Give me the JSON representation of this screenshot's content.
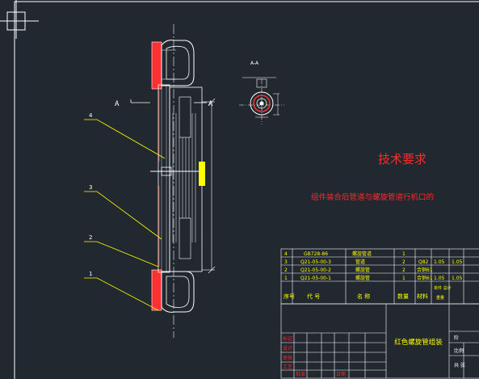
{
  "drawing": {
    "section_label_left": "A",
    "section_label_right": "A",
    "section_view_label": "A-A",
    "callouts": [
      "4",
      "3",
      "2",
      "1"
    ],
    "tech_title": "技术要求",
    "tech_text": "组件装合后管道与螺旋管道行机口的"
  },
  "bom": {
    "rows": [
      {
        "no": "4",
        "code": "GB728-86",
        "name": "螺旋管道",
        "qty": "1",
        "material": "",
        "w1": "",
        "w2": ""
      },
      {
        "no": "3",
        "code": "Q21-05-00-3",
        "name": "管道",
        "qty": "2",
        "material": "Q82",
        "w1": "1.05",
        "w2": "1.05"
      },
      {
        "no": "2",
        "code": "Q21-05-00-2",
        "name": "螺旋管",
        "qty": "2",
        "material": "合铜61",
        "w1": "",
        "w2": ""
      },
      {
        "no": "1",
        "code": "Q21-05-00-1",
        "name": "螺旋管",
        "qty": "1",
        "material": "合铜61",
        "w1": "1.05",
        "w2": "1.05"
      }
    ],
    "header": {
      "no": "序号",
      "code": "代  号",
      "name": "名  称",
      "qty": "数量",
      "material": "材料",
      "weight": "单件 总计",
      "weight2": "重量"
    }
  },
  "title_block": {
    "drawing_title": "红色螺旋管组装",
    "left_labels": [
      "标记",
      "设计",
      "审核",
      "工艺"
    ],
    "bottom_left": "批准",
    "bottom_mid": "日期",
    "right_labels": [
      "阶",
      "比例",
      "共 张"
    ]
  },
  "colors": {
    "background": "#212830",
    "line": "#ffffff",
    "leader": "#ffff00",
    "text_red": "#ff2a2a",
    "part_red": "#ff3030"
  }
}
